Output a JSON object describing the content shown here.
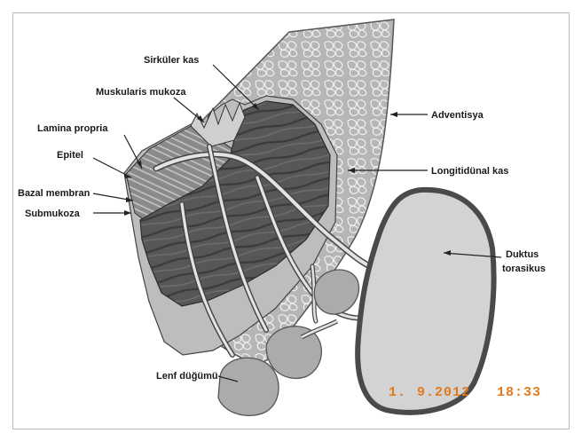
{
  "labels": {
    "sirkuler_kas": "Sirküler kas",
    "muskularis_mukoza": "Muskularis mukoza",
    "lamina_propria": "Lamina propria",
    "epitel": "Epitel",
    "bazal_membran": "Bazal membran",
    "submukoza": "Submukoza",
    "adventisya": "Adventisya",
    "longitudinal_kas": "Longitidünal kas",
    "duktus_line1": "Duktus",
    "duktus_line2": "torasikus",
    "lenf_dugumu": "Lenf düğümü"
  },
  "timestamp": {
    "prefix": "1.",
    "date": "9.2012",
    "time": "18:33"
  },
  "colors": {
    "adventitia": "#b3b3b3",
    "muscle_dark": "#555555",
    "duct_fill": "#d2d2d2",
    "duct_rim": "#4a4a4a",
    "timestamp": "#e07a1c"
  }
}
